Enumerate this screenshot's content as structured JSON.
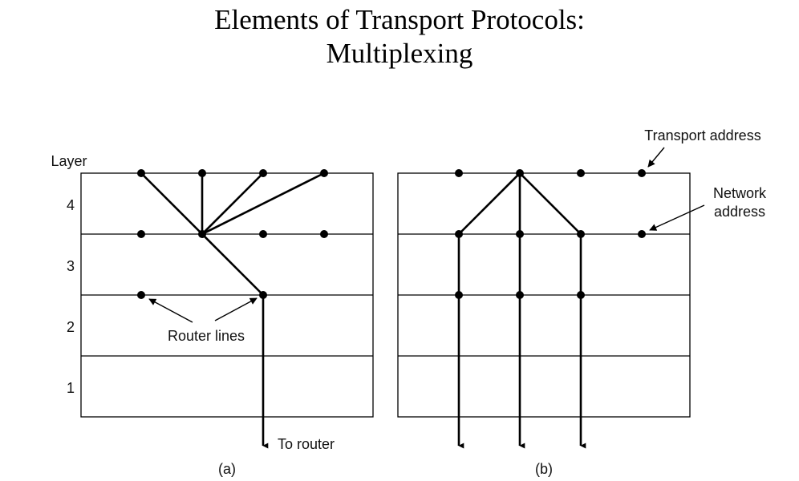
{
  "title": {
    "line1": "Elements of Transport Protocols:",
    "line2": "Multiplexing"
  },
  "diagram": {
    "axis_label": "Layer",
    "layer_numbers": [
      "4",
      "3",
      "2",
      "1"
    ],
    "panel_a": {
      "caption": "(a)",
      "annotation_router_lines": "Router lines",
      "annotation_to_router": "To router"
    },
    "panel_b": {
      "caption": "(b)",
      "annotation_transport": "Transport address",
      "annotation_network_line1": "Network",
      "annotation_network_line2": "address"
    }
  }
}
